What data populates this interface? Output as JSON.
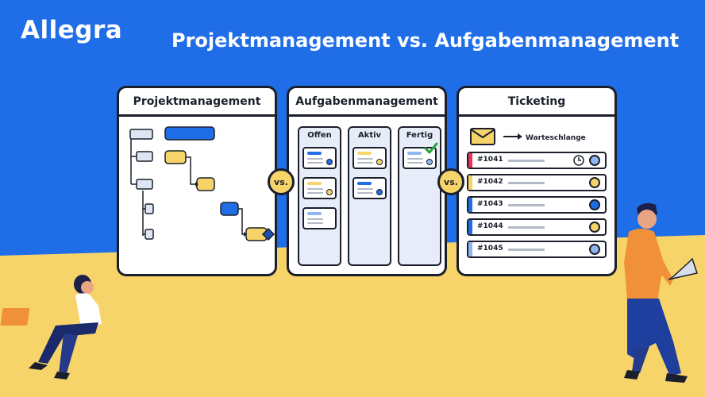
{
  "brand": "Allegra",
  "headline": "Projektmanagement vs. Aufgabenmanagement",
  "colors": {
    "background": "#1f6ee8",
    "ground": "#f7d46a",
    "ink": "#1b1f2b",
    "blue": "#1f6ee8",
    "yellow": "#f7d46a",
    "red": "#e8325a",
    "green": "#2aa63a"
  },
  "panels": {
    "project": {
      "title": "Projektmanagement"
    },
    "task": {
      "title": "Aufgabenmanagement",
      "columns": [
        {
          "label": "Offen",
          "cards": [
            "blue",
            "yellow",
            "lightblue"
          ]
        },
        {
          "label": "Aktiv",
          "cards": [
            "yellow",
            "blue"
          ]
        },
        {
          "label": "Fertig",
          "cards": [
            "lightblue"
          ]
        }
      ]
    },
    "ticketing": {
      "title": "Ticketing",
      "queue_label": "Warteschlange",
      "tickets": [
        {
          "id": "#1041",
          "stripe": "red"
        },
        {
          "id": "#1042",
          "stripe": "yellow"
        },
        {
          "id": "#1043",
          "stripe": "blue"
        },
        {
          "id": "#1044",
          "stripe": "blue"
        },
        {
          "id": "#1045",
          "stripe": "lightblue"
        }
      ]
    }
  },
  "separator": "vs."
}
